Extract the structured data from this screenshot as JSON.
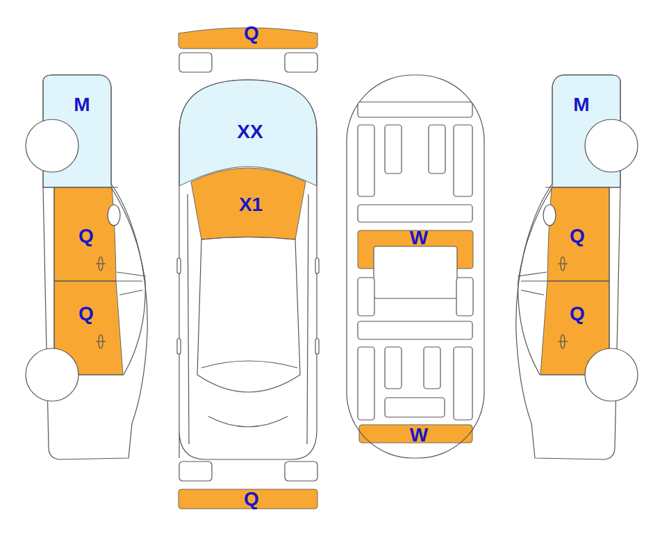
{
  "diagram": {
    "nodes": [
      {
        "text": [
          "Q"
        ]
      },
      {
        "text": [
          "M"
        ]
      },
      {
        "text": [
          "M"
        ]
      },
      {
        "text": [
          "XX"
        ]
      },
      {
        "text": [
          "X1"
        ]
      },
      {
        "text": [
          "Q"
        ]
      },
      {
        "text": [
          "W"
        ]
      },
      {
        "text": [
          "Q"
        ]
      },
      {
        "text": [
          "Q"
        ]
      },
      {
        "text": [
          "Q"
        ]
      },
      {
        "text": [
          "W"
        ]
      },
      {
        "text": [
          "Q"
        ]
      }
    ]
  }
}
